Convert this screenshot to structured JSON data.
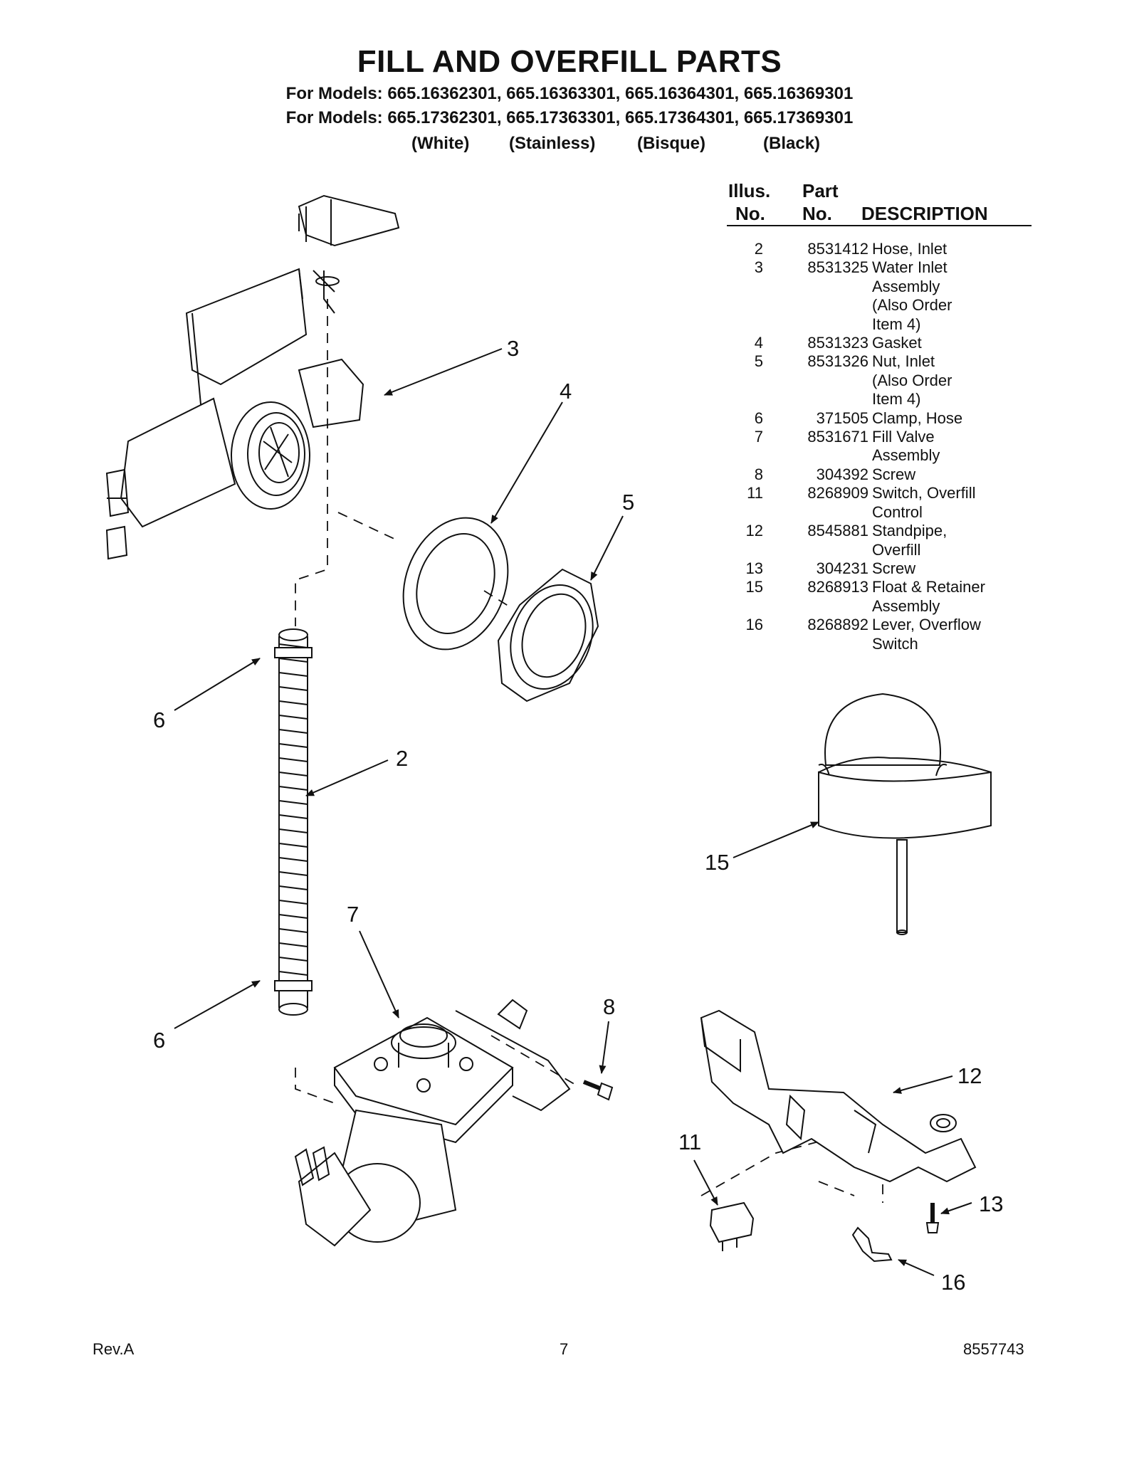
{
  "page": {
    "title": "FILL AND OVERFILL PARTS",
    "models_line1": "For Models: 665.16362301, 665.16363301, 665.16364301, 665.16369301",
    "models_line2": "For Models: 665.17362301, 665.17363301, 665.17364301, 665.17369301",
    "colors": [
      "(White)",
      "(Stainless)",
      "(Bisque)",
      "(Black)"
    ]
  },
  "parts_table": {
    "header_illus": "Illus.",
    "header_no_1": "No.",
    "header_part": "Part",
    "header_no_2": "No.",
    "header_description": "DESCRIPTION",
    "rows": [
      {
        "illus": "2",
        "part": "8531412",
        "description": "Hose, Inlet"
      },
      {
        "illus": "3",
        "part": "8531325",
        "description": "Water Inlet\nAssembly\n(Also Order\nItem 4)"
      },
      {
        "illus": "4",
        "part": "8531323",
        "description": "Gasket"
      },
      {
        "illus": "5",
        "part": "8531326",
        "description": "Nut, Inlet\n(Also Order\nItem 4)"
      },
      {
        "illus": "6",
        "part": "371505",
        "description": "Clamp, Hose"
      },
      {
        "illus": "7",
        "part": "8531671",
        "description": "Fill Valve\nAssembly"
      },
      {
        "illus": "8",
        "part": "304392",
        "description": "Screw"
      },
      {
        "illus": "11",
        "part": "8268909",
        "description": "Switch, Overfill\nControl"
      },
      {
        "illus": "12",
        "part": "8545881",
        "description": "Standpipe,\nOverfill"
      },
      {
        "illus": "13",
        "part": "304231",
        "description": "Screw"
      },
      {
        "illus": "15",
        "part": "8268913",
        "description": "Float & Retainer\nAssembly"
      },
      {
        "illus": "16",
        "part": "8268892",
        "description": "Lever, Overflow\nSwitch"
      }
    ]
  },
  "callouts": {
    "c2": "2",
    "c3": "3",
    "c4": "4",
    "c5": "5",
    "c6a": "6",
    "c6b": "6",
    "c7": "7",
    "c8": "8",
    "c11": "11",
    "c12": "12",
    "c13": "13",
    "c15": "15",
    "c16": "16"
  },
  "footer": {
    "rev": "Rev.A",
    "page_number": "7",
    "doc_number": "8557743"
  }
}
